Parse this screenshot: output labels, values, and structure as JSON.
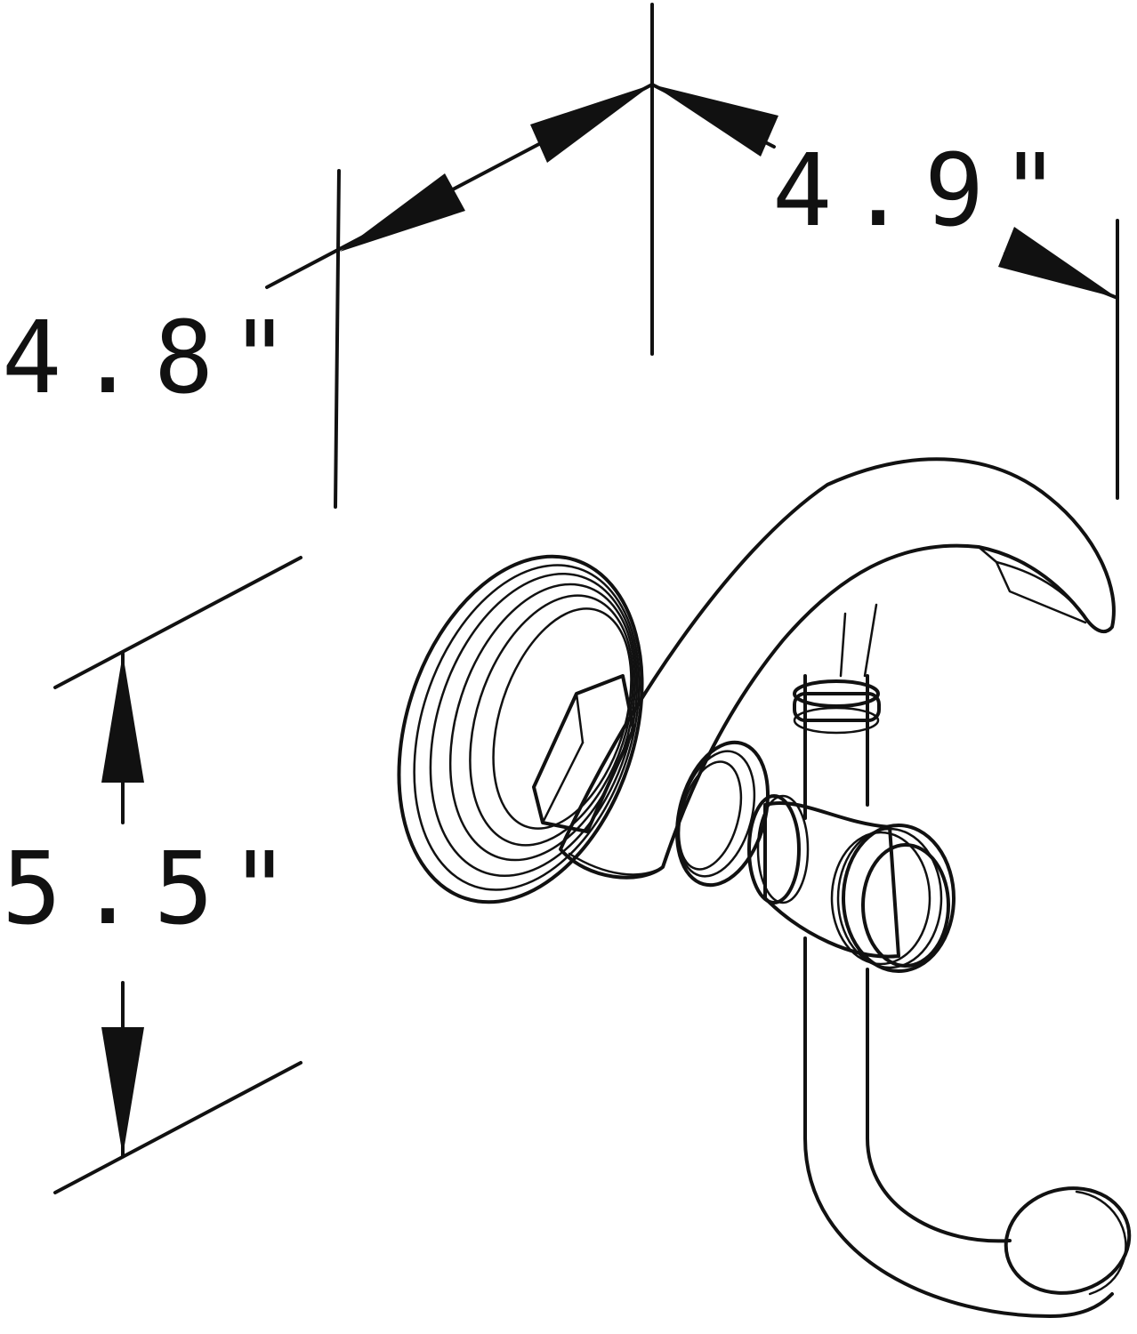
{
  "dimensions": {
    "width": "4.9\"",
    "depth": "4.8\"",
    "height": "5.5\""
  },
  "colors": {
    "line": "#111111",
    "background": "#ffffff"
  }
}
